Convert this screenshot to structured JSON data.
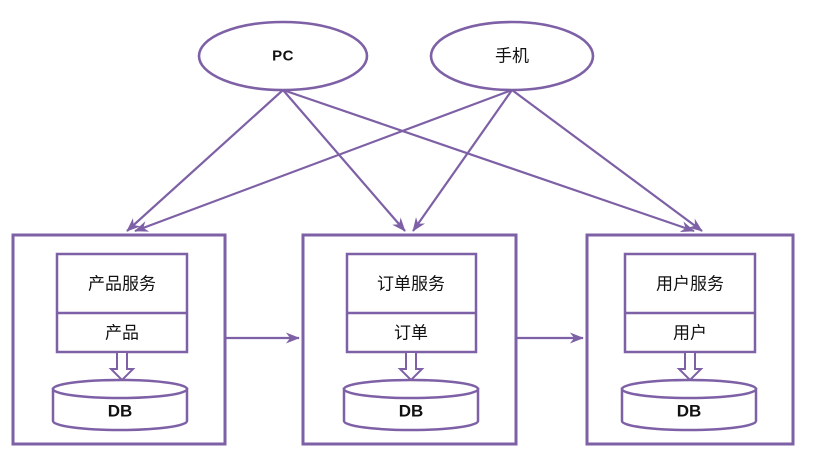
{
  "diagram": {
    "clients": [
      {
        "label": "PC"
      },
      {
        "label": "手机"
      }
    ],
    "services": [
      {
        "service_label": "产品服务",
        "module_label": "产品",
        "db_label": "DB"
      },
      {
        "service_label": "订单服务",
        "module_label": "订单",
        "db_label": "DB"
      },
      {
        "service_label": "用户服务",
        "module_label": "用户",
        "db_label": "DB"
      }
    ],
    "colors": {
      "stroke": "#7d60a5",
      "text": "#111111",
      "fill": "#ffffff"
    }
  }
}
